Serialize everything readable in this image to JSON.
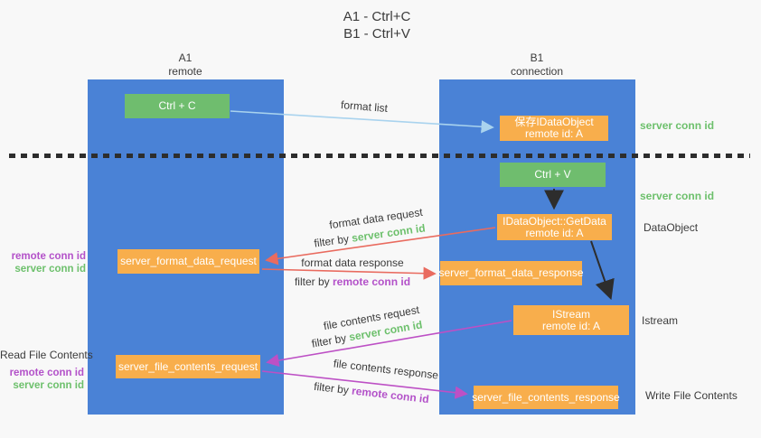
{
  "title": {
    "line1": "A1 - Ctrl+C",
    "line2": "B1 - Ctrl+V"
  },
  "lanes": {
    "left": {
      "name": "A1",
      "subtitle": "remote"
    },
    "right": {
      "name": "B1",
      "subtitle": "connection"
    }
  },
  "nodes": {
    "ctrl_c": {
      "label": "Ctrl + C"
    },
    "save_dataobject": {
      "line1": "保存IDataObject",
      "line2": "remote id: A"
    },
    "ctrl_v": {
      "label": "Ctrl + V"
    },
    "getdata": {
      "line1": "IDataObject::GetData",
      "line2": "remote id: A"
    },
    "format_request": {
      "label": "server_format_data_request"
    },
    "format_response": {
      "label": "server_format_data_response"
    },
    "istream": {
      "line1": "IStream",
      "line2": "remote id: A"
    },
    "file_request": {
      "label": "server_file_contents_request"
    },
    "file_response": {
      "label": "server_file_contents_response"
    }
  },
  "edge_labels": {
    "format_list": "format list",
    "format_data_request": "format data request",
    "format_data_response": "format data response",
    "file_contents_request": "file contents request",
    "file_contents_response": "file contents response",
    "filter_by": "filter by",
    "server_conn_id": "server conn id",
    "remote_conn_id": "remote conn id"
  },
  "side_labels": {
    "server_conn_id_right_top": "server conn id",
    "server_conn_id_right_mid": "server conn id",
    "dataobject": "DataObject",
    "istream": "Istream",
    "write_file_contents": "Write File Contents",
    "read_file_contents": "Read File Contents",
    "remote_conn_id_left_top": "remote conn id",
    "server_conn_id_left_top": "server conn id",
    "remote_conn_id_left_bottom": "remote conn id",
    "server_conn_id_left_bottom": "server conn id"
  },
  "colors": {
    "lane_blue": "#4a82d6",
    "green_box": "#6fbd6e",
    "orange_box": "#f8ae4c",
    "green_text": "#6dc06c",
    "purple_text": "#b351c9",
    "red_arrow": "#e96b5f",
    "magenta_arrow": "#bd50c5",
    "blue_arrow": "#a9d3ee",
    "black_arrow": "#2d2d2d"
  }
}
